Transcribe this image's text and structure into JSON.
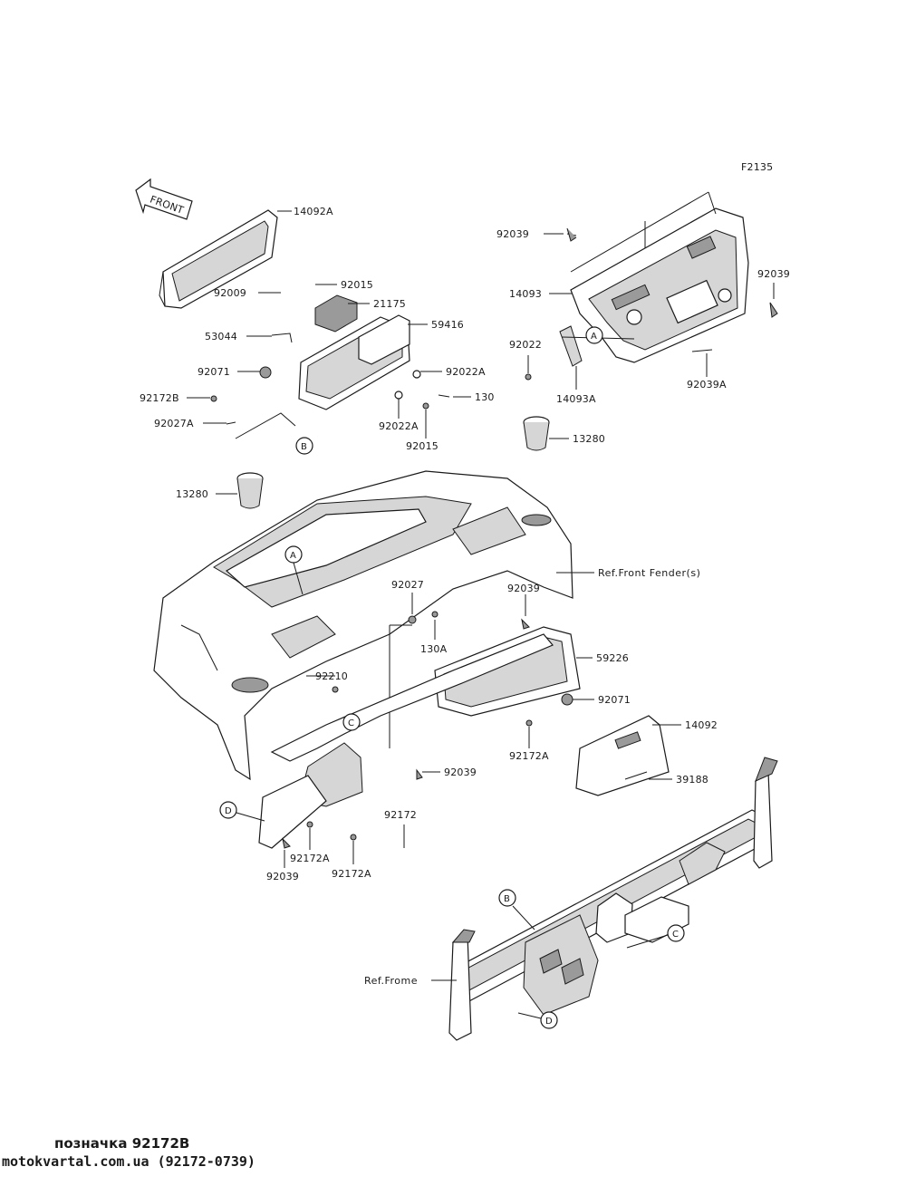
{
  "diagram": {
    "figure_code": "F2135",
    "front_arrow": "FRONT",
    "labels": {
      "p14092A": "14092A",
      "p92015_top": "92015",
      "p92009": "92009",
      "p21175": "21175",
      "p59416": "59416",
      "p53044": "53044",
      "p92071_top": "92071",
      "p92022A_r": "92022A",
      "p130": "130",
      "p92172B": "92172B",
      "p92027A": "92027A",
      "p92022A_b": "92022A",
      "p92015_b": "92015",
      "p92039_tl": "92039",
      "p14093": "14093",
      "p92039_tr": "92039",
      "p92022": "92022",
      "p14093A": "14093A",
      "p92039A": "92039A",
      "p13280_r": "13280",
      "p13280_l": "13280",
      "ref_fender": "Ref.Front Fender(s)",
      "p92027": "92027",
      "p92039_m": "92039",
      "p130A": "130A",
      "p59226": "59226",
      "p92210": "92210",
      "p92071_m": "92071",
      "p92172A_m": "92172A",
      "p14092": "14092",
      "p92039_c": "92039",
      "p39188": "39188",
      "p92172": "92172",
      "p92172A_l": "92172A",
      "p92039_bl": "92039",
      "p92172A_b": "92172A",
      "ref_frame": "Ref.Frome"
    },
    "callouts": {
      "A": "A",
      "B": "B",
      "C": "C",
      "D": "D"
    }
  },
  "footer": {
    "note": "позначка 92172B",
    "site": "motokvartal.com.ua (92172-0739)"
  }
}
